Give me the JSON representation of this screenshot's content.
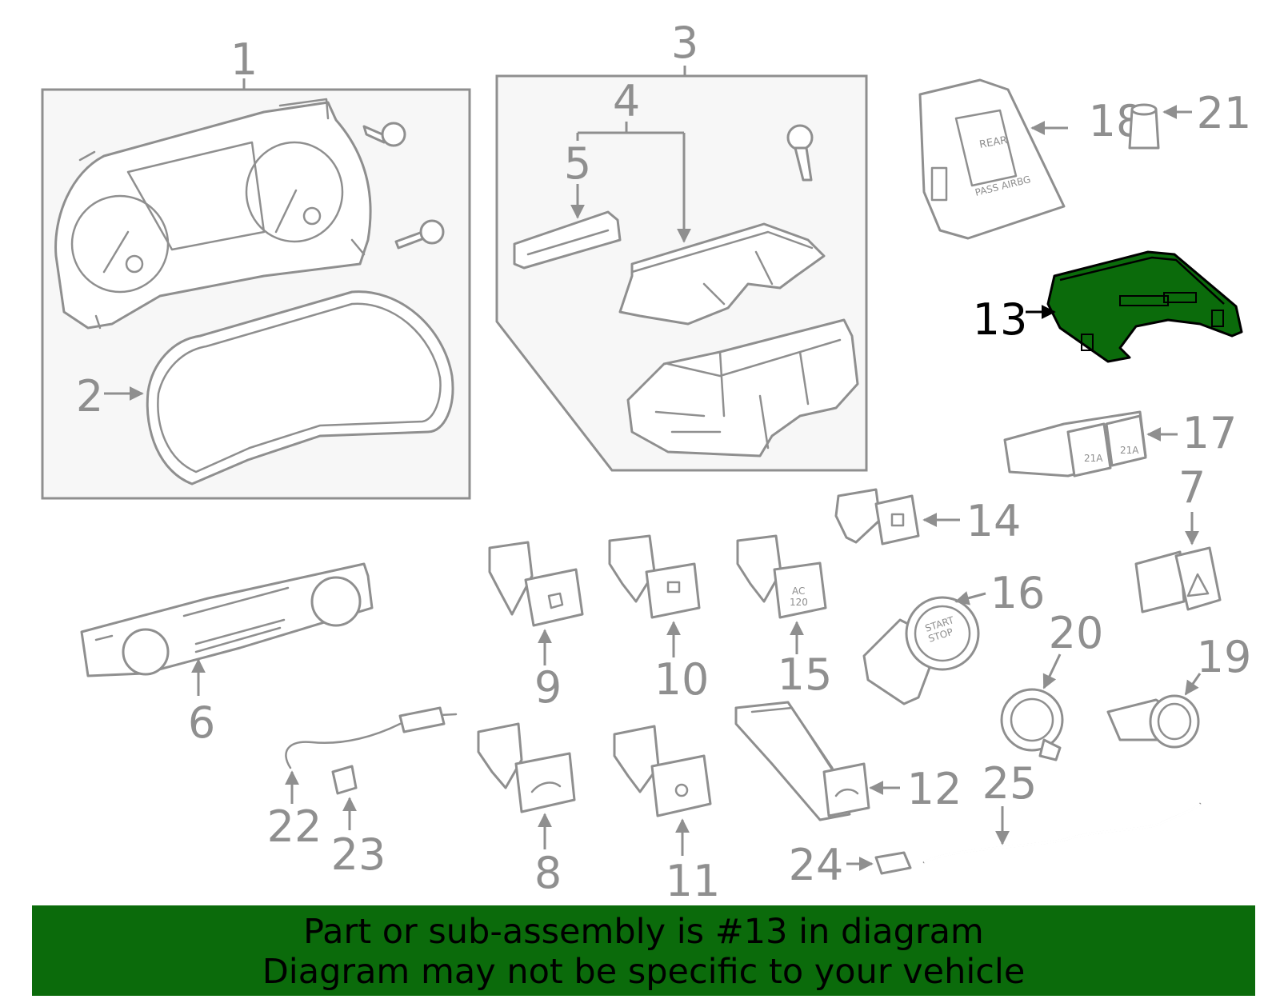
{
  "highlight_color": "#0b6b0b",
  "highlighted_part": "13",
  "callouts": {
    "c1": "1",
    "c2": "2",
    "c3": "3",
    "c4": "4",
    "c5": "5",
    "c6": "6",
    "c7": "7",
    "c8": "8",
    "c9": "9",
    "c10": "10",
    "c11": "11",
    "c12": "12",
    "c13": "13",
    "c14": "14",
    "c15": "15",
    "c16": "16",
    "c17": "17",
    "c18": "18",
    "c19": "19",
    "c20": "20",
    "c21": "21",
    "c22": "22",
    "c23": "23",
    "c24": "24",
    "c25": "25"
  },
  "part_markings": {
    "rear": "REAR",
    "pass_airbag": "PASS AIRBG",
    "usb_left": "21A",
    "usb_right": "21A",
    "ac_switch_line1": "AC",
    "ac_switch_line2": "120",
    "start_line1": "START",
    "start_line2": "STOP"
  },
  "banner": {
    "line1": "Part or sub-assembly is #13 in diagram",
    "line2": "Diagram may not be specific to your vehicle"
  }
}
